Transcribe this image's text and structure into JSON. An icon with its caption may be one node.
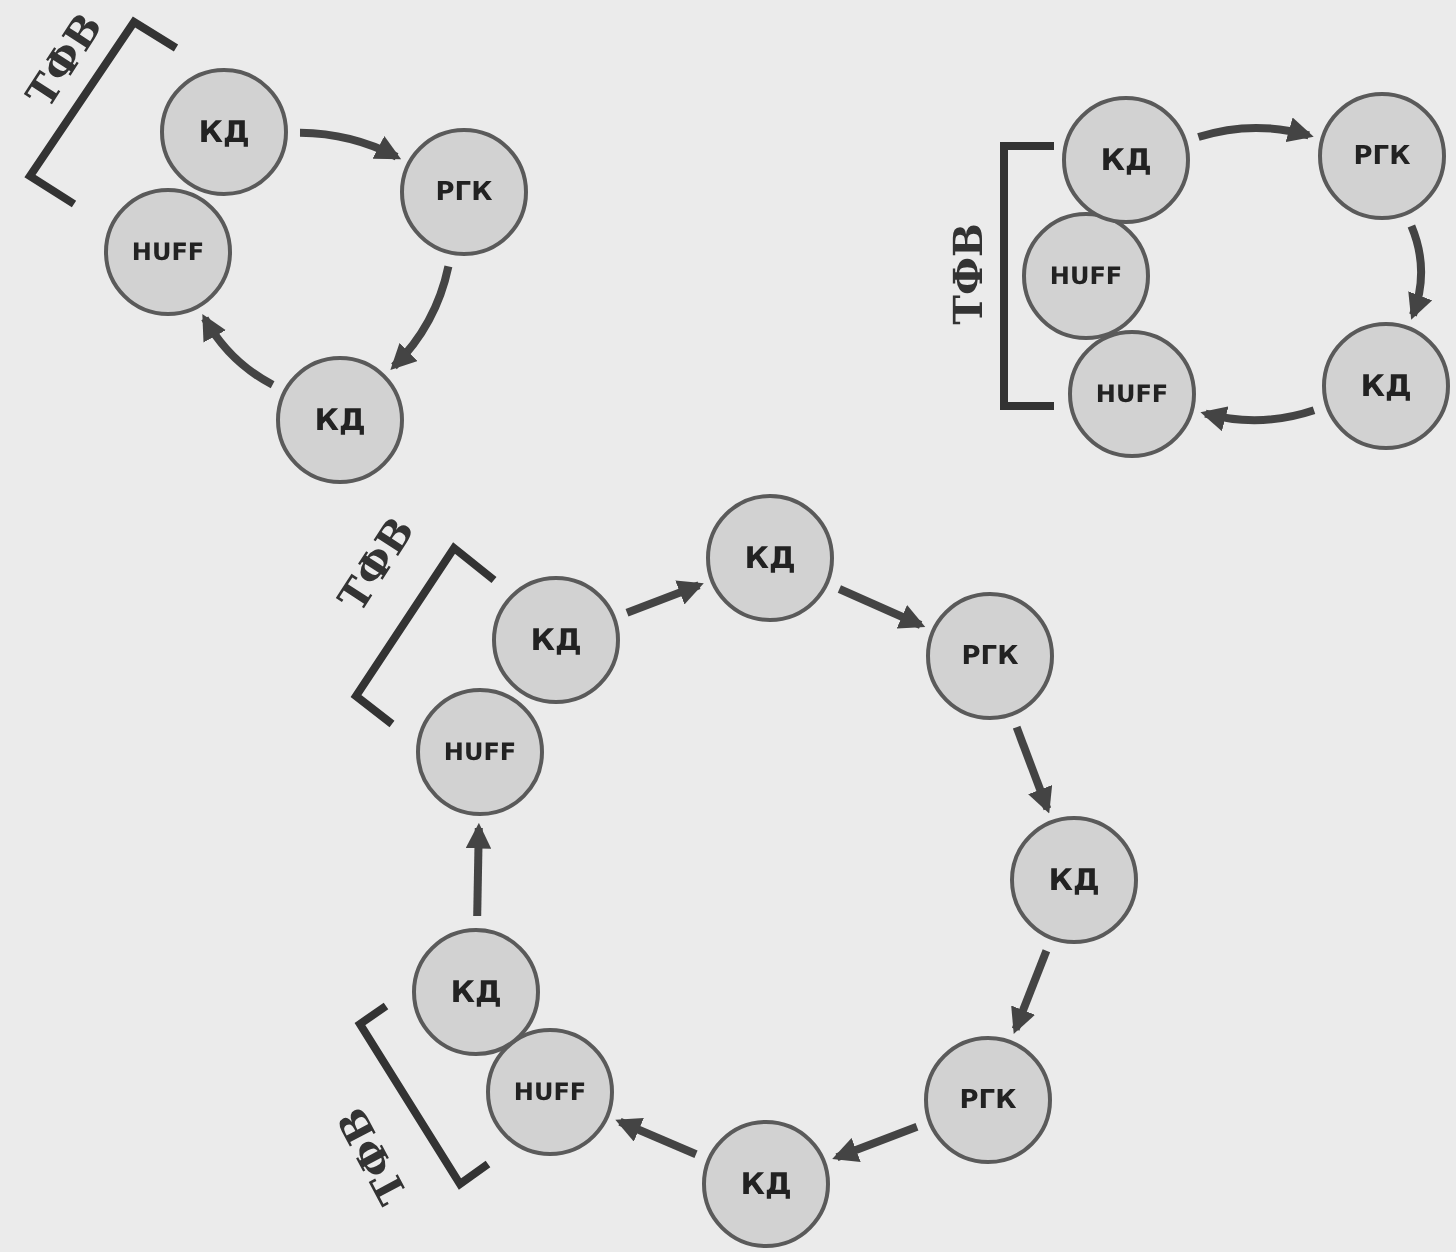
{
  "diagram": {
    "nodes": [
      {
        "text": [
          "КД"
        ]
      },
      {
        "text": [
          "HUFF"
        ]
      },
      {
        "text": [
          "РГК"
        ]
      },
      {
        "text": [
          "КД"
        ]
      },
      {
        "text": [
          "КД"
        ]
      },
      {
        "text": [
          "HUFF"
        ]
      },
      {
        "text": [
          "HUFF"
        ]
      },
      {
        "text": [
          "РГК"
        ]
      },
      {
        "text": [
          "КД"
        ]
      },
      {
        "text": [
          "КД"
        ]
      },
      {
        "text": [
          "HUFF"
        ]
      },
      {
        "text": [
          "КД"
        ]
      },
      {
        "text": [
          "РГК"
        ]
      },
      {
        "text": [
          "КД"
        ]
      },
      {
        "text": [
          "РГК"
        ]
      },
      {
        "text": [
          "КД"
        ]
      },
      {
        "text": [
          "HUFF"
        ]
      },
      {
        "text": [
          "КД"
        ]
      }
    ],
    "edges": [
      {
        "from": 0,
        "to": 2,
        "arrow": "to"
      },
      {
        "from": 2,
        "to": 3,
        "arrow": "to"
      },
      {
        "from": 3,
        "to": 1,
        "arrow": "to"
      },
      {
        "from": 4,
        "to": 7,
        "arrow": "to"
      },
      {
        "from": 7,
        "to": 8,
        "arrow": "to"
      },
      {
        "from": 8,
        "to": 6,
        "arrow": "to"
      },
      {
        "from": 9,
        "to": 11,
        "arrow": "to"
      },
      {
        "from": 11,
        "to": 12,
        "arrow": "to"
      },
      {
        "from": 12,
        "to": 13,
        "arrow": "to"
      },
      {
        "from": 13,
        "to": 14,
        "arrow": "to"
      },
      {
        "from": 14,
        "to": 15,
        "arrow": "to"
      },
      {
        "from": 15,
        "to": 16,
        "arrow": "to"
      },
      {
        "from": 17,
        "to": 10,
        "arrow": "to"
      }
    ],
    "labels": [
      "ТФВ",
      "ТФВ",
      "ТФВ",
      "ТФВ"
    ]
  }
}
